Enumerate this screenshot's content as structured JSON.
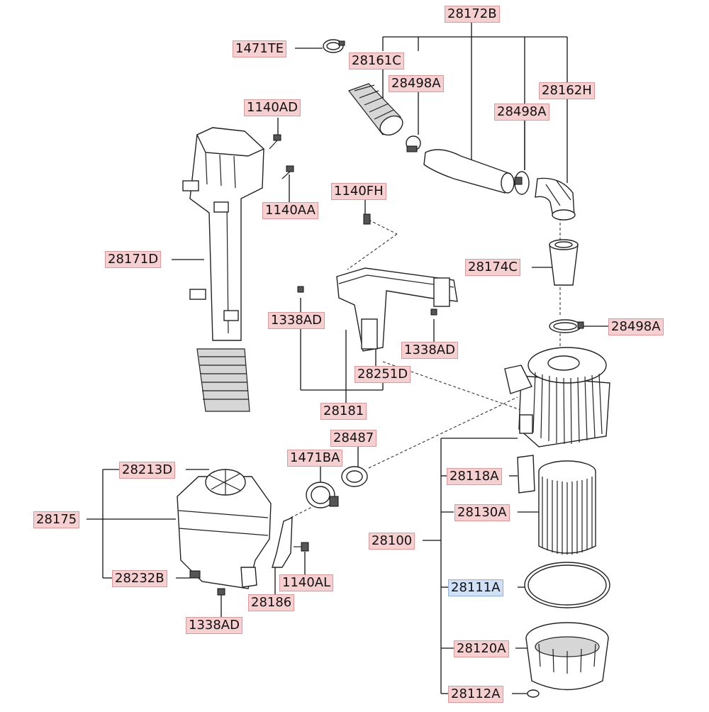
{
  "labels": {
    "l_28172B": "28172B",
    "l_1471TE": "1471TE",
    "l_28161C": "28161C",
    "l_28498A_a": "28498A",
    "l_28162H": "28162H",
    "l_28498A_b": "28498A",
    "l_1140AD": "1140AD",
    "l_1140AA": "1140AA",
    "l_1140FH": "1140FH",
    "l_28171D": "28171D",
    "l_28174C": "28174C",
    "l_1338AD_a": "1338AD",
    "l_28498A_c": "28498A",
    "l_1338AD_b": "1338AD",
    "l_28251D": "28251D",
    "l_28181": "28181",
    "l_28487": "28487",
    "l_1471BA": "1471BA",
    "l_28213D": "28213D",
    "l_28118A": "28118A",
    "l_28175": "28175",
    "l_28130A": "28130A",
    "l_28100": "28100",
    "l_28232B": "28232B",
    "l_1140AL": "1140AL",
    "l_28111A": "28111A",
    "l_28186": "28186",
    "l_1338AD_c": "1338AD",
    "l_28120A": "28120A",
    "l_28112A": "28112A"
  },
  "selected_part": "28111A",
  "colors": {
    "label_bg": "#f6cfd0",
    "label_selected_bg": "#cfe0f7"
  }
}
